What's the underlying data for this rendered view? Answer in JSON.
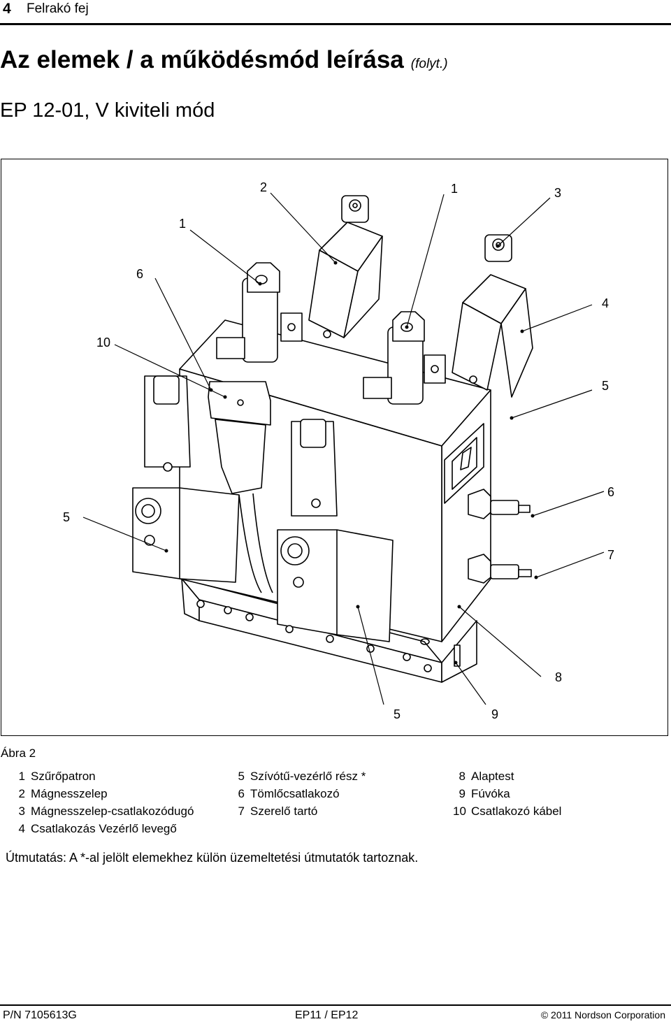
{
  "header": {
    "page_number": "4",
    "section": "Felrakó fej"
  },
  "title": {
    "main": "Az elemek / a működésmód leírása",
    "continued": "(folyt.)"
  },
  "subtitle": "EP 12-01, V kiviteli mód",
  "figure": {
    "callouts": [
      "1",
      "2",
      "1",
      "3",
      "6",
      "4",
      "10",
      "5",
      "5",
      "6",
      "7",
      "8",
      "5",
      "9"
    ],
    "caption": "Ábra 2"
  },
  "legend": [
    {
      "num": "1",
      "label": "Szűrőpatron"
    },
    {
      "num": "2",
      "label": "Mágnesszelep"
    },
    {
      "num": "3",
      "label": "Mágnesszelep-csatlakozódugó"
    },
    {
      "num": "4",
      "label": "Csatlakozás Vezérlő levegő"
    },
    {
      "num": "5",
      "label": "Szívótű-vezérlő rész *"
    },
    {
      "num": "6",
      "label": "Tömlőcsatlakozó"
    },
    {
      "num": "7",
      "label": "Szerelő tartó"
    },
    {
      "num": "8",
      "label": "Alaptest"
    },
    {
      "num": "9",
      "label": "Fúvóka"
    },
    {
      "num": "10",
      "label": "Csatlakozó kábel"
    }
  ],
  "note": "Útmutatás: A *-al jelölt elemekhez külön üzemeltetési útmutatók tartoznak.",
  "footer": {
    "part_number": "P/N 7105613G",
    "model": "EP11 / EP12",
    "copyright": "© 2011 Nordson Corporation"
  }
}
